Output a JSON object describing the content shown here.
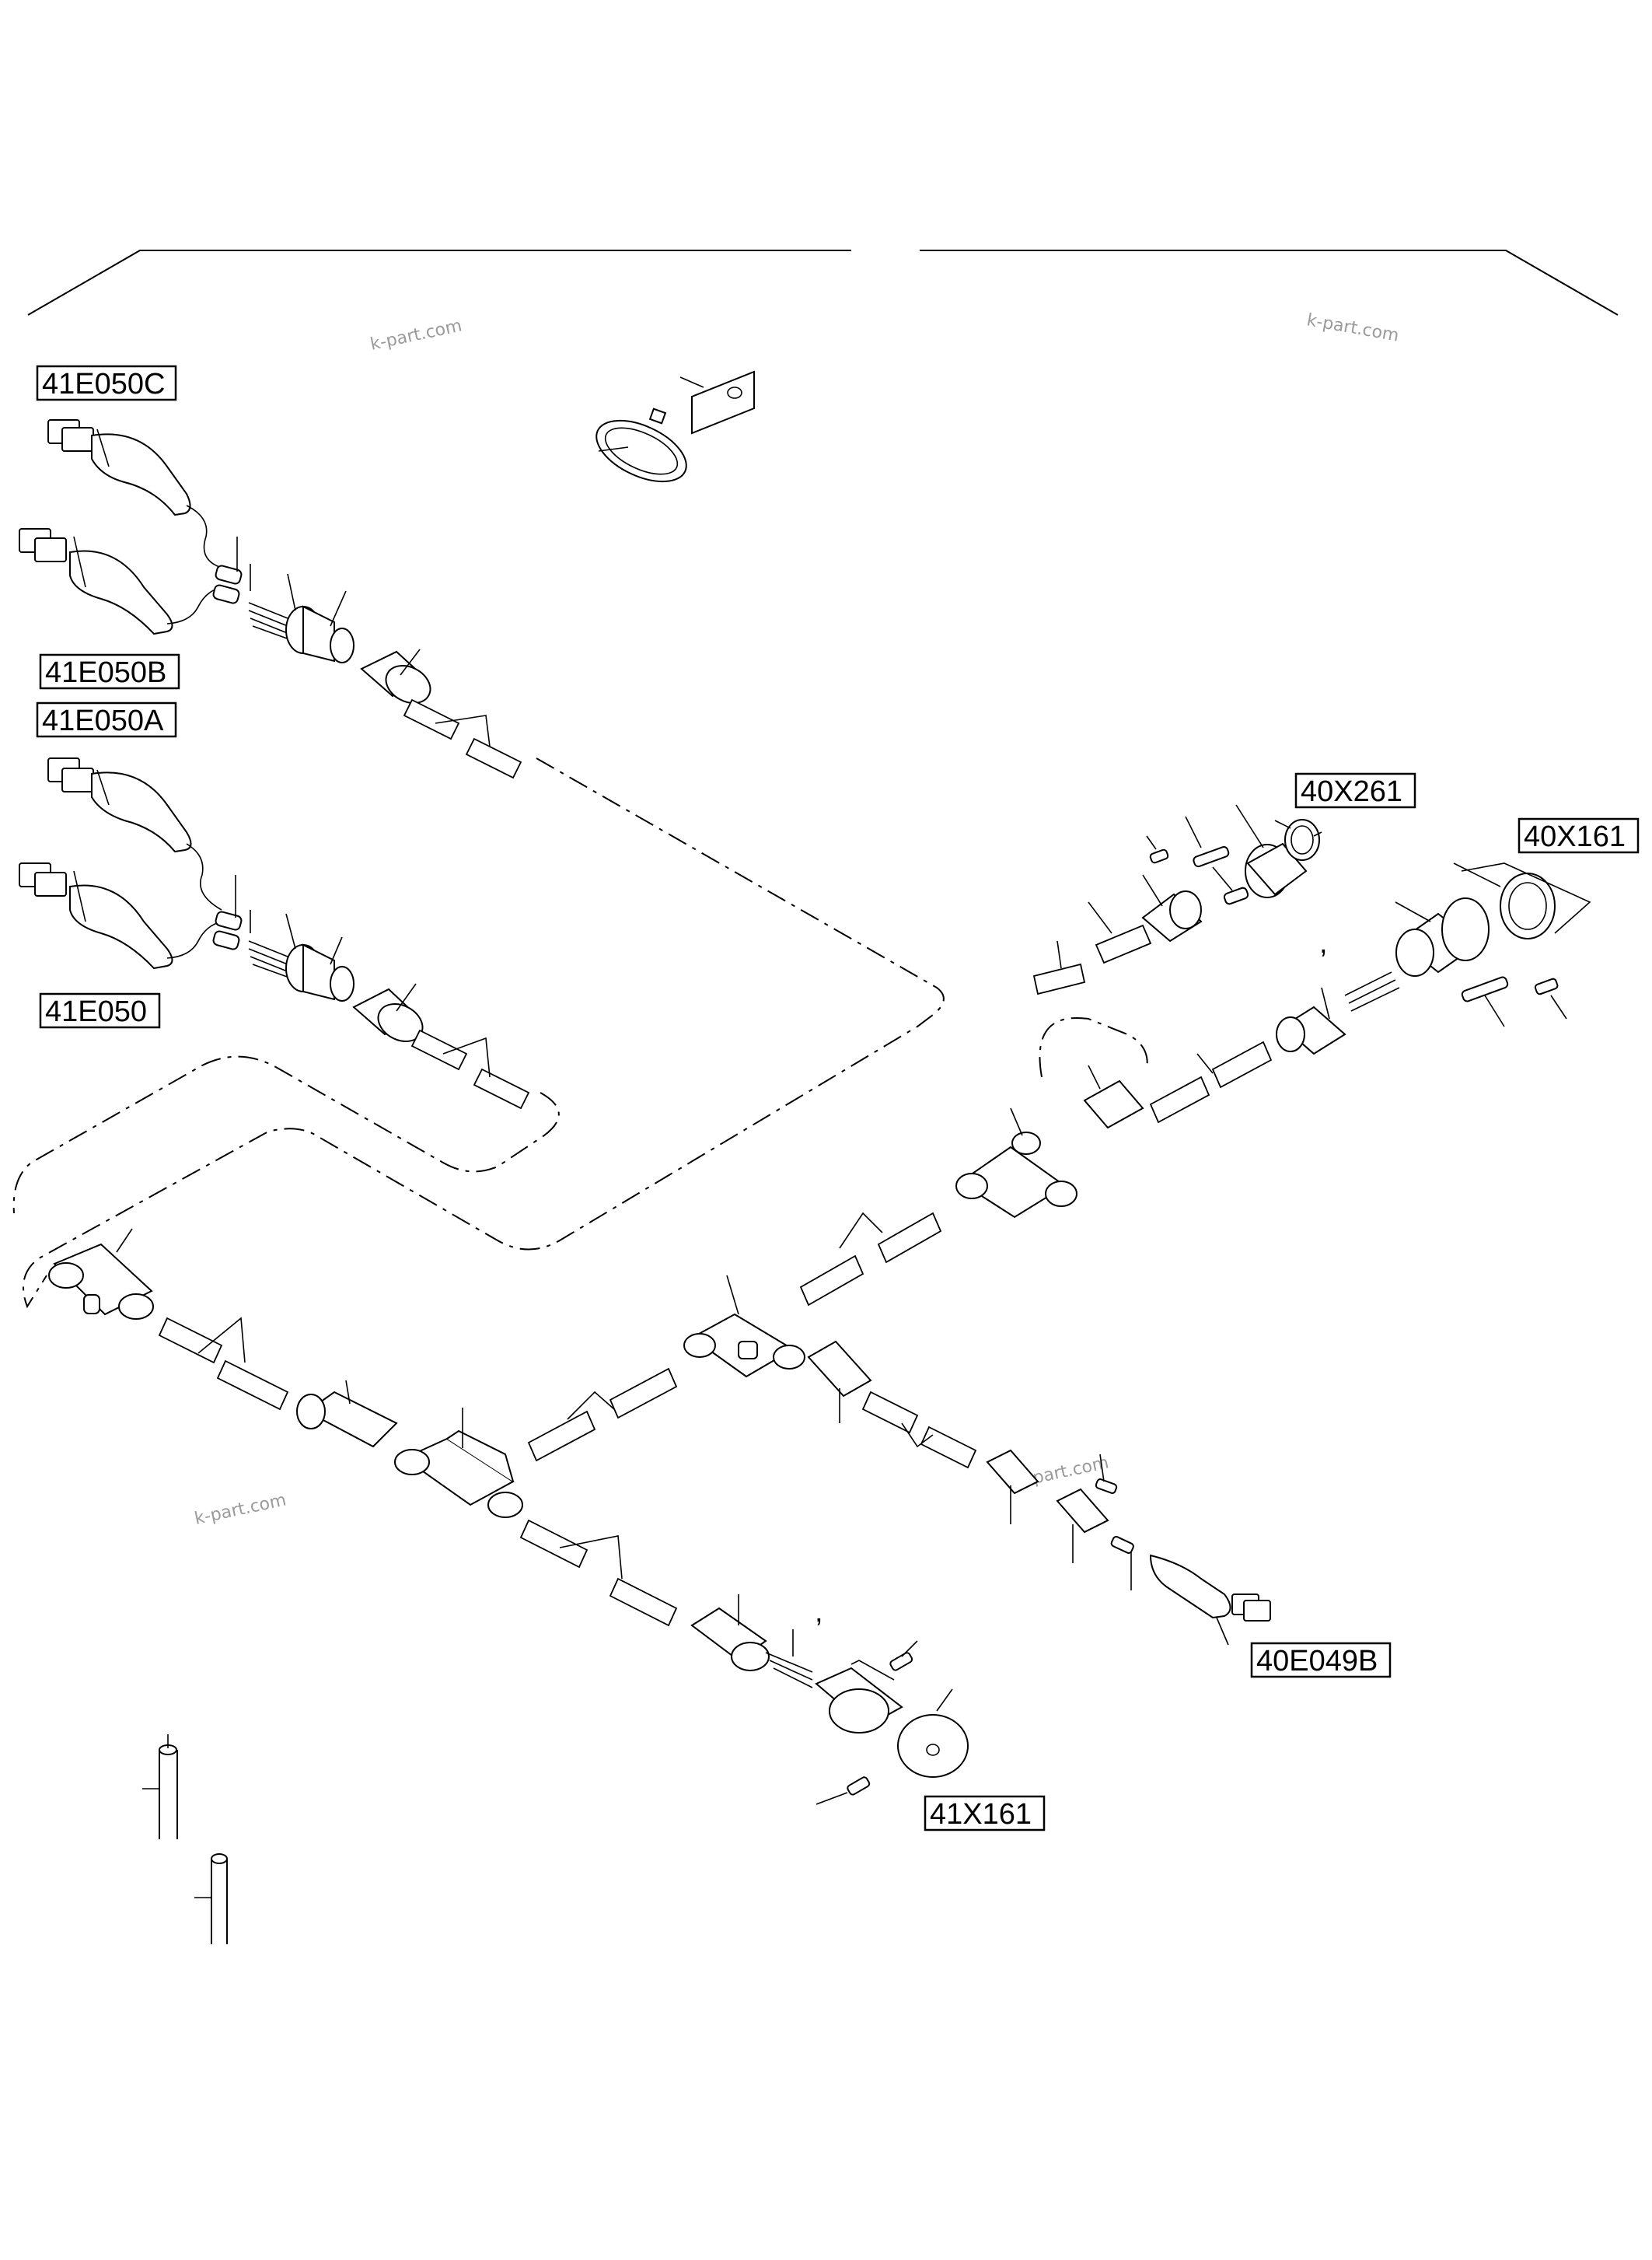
{
  "diagram": {
    "labels": [
      {
        "id": "41E050C",
        "text": "41E050C"
      },
      {
        "id": "41E050B",
        "text": "41E050B"
      },
      {
        "id": "41E050A",
        "text": "41E050A"
      },
      {
        "id": "41E050",
        "text": "41E050"
      },
      {
        "id": "40X261",
        "text": "40X261"
      },
      {
        "id": "40X161",
        "text": "40X161"
      },
      {
        "id": "40E049B",
        "text": "40E049B"
      },
      {
        "id": "41X161",
        "text": "41X161"
      }
    ],
    "watermarks": [
      "k-part.com",
      "k-part.com",
      "k-part.com",
      "k-part.com"
    ],
    "commas": [
      ",",
      ","
    ]
  }
}
